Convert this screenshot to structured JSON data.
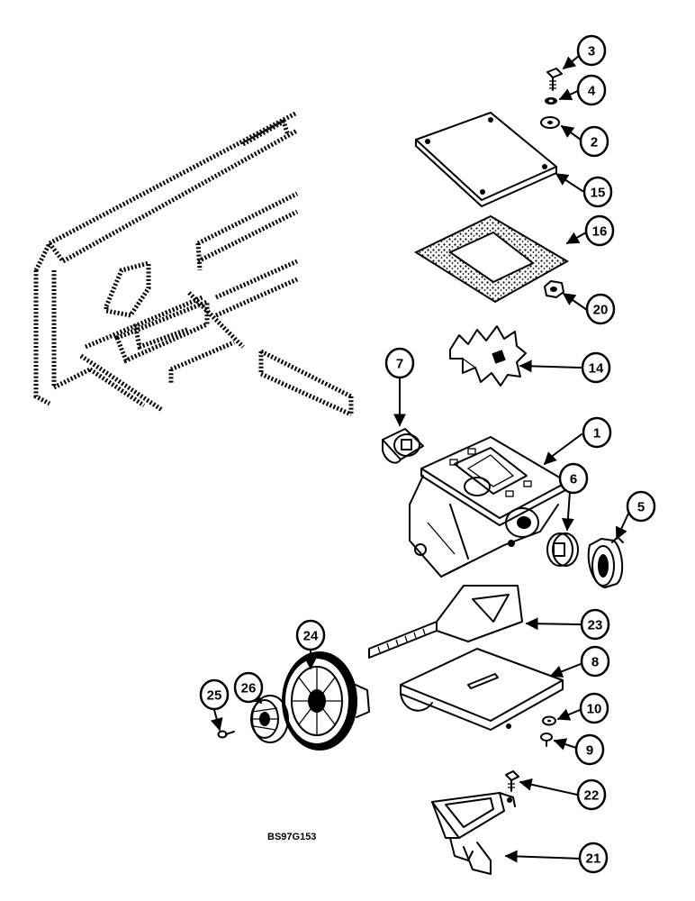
{
  "drawing_code": "BS97G153",
  "callouts": [
    {
      "id": "p3",
      "label": "3"
    },
    {
      "id": "p4",
      "label": "4"
    },
    {
      "id": "p2",
      "label": "2"
    },
    {
      "id": "p15",
      "label": "15"
    },
    {
      "id": "p16",
      "label": "16"
    },
    {
      "id": "p20",
      "label": "20"
    },
    {
      "id": "p7",
      "label": "7"
    },
    {
      "id": "p14",
      "label": "14"
    },
    {
      "id": "p1",
      "label": "1"
    },
    {
      "id": "p6",
      "label": "6"
    },
    {
      "id": "p5",
      "label": "5"
    },
    {
      "id": "p24",
      "label": "24"
    },
    {
      "id": "p26",
      "label": "26"
    },
    {
      "id": "p25",
      "label": "25"
    },
    {
      "id": "p23",
      "label": "23"
    },
    {
      "id": "p8",
      "label": "8"
    },
    {
      "id": "p10",
      "label": "10"
    },
    {
      "id": "p9",
      "label": "9"
    },
    {
      "id": "p22",
      "label": "22"
    },
    {
      "id": "p21",
      "label": "21"
    }
  ]
}
